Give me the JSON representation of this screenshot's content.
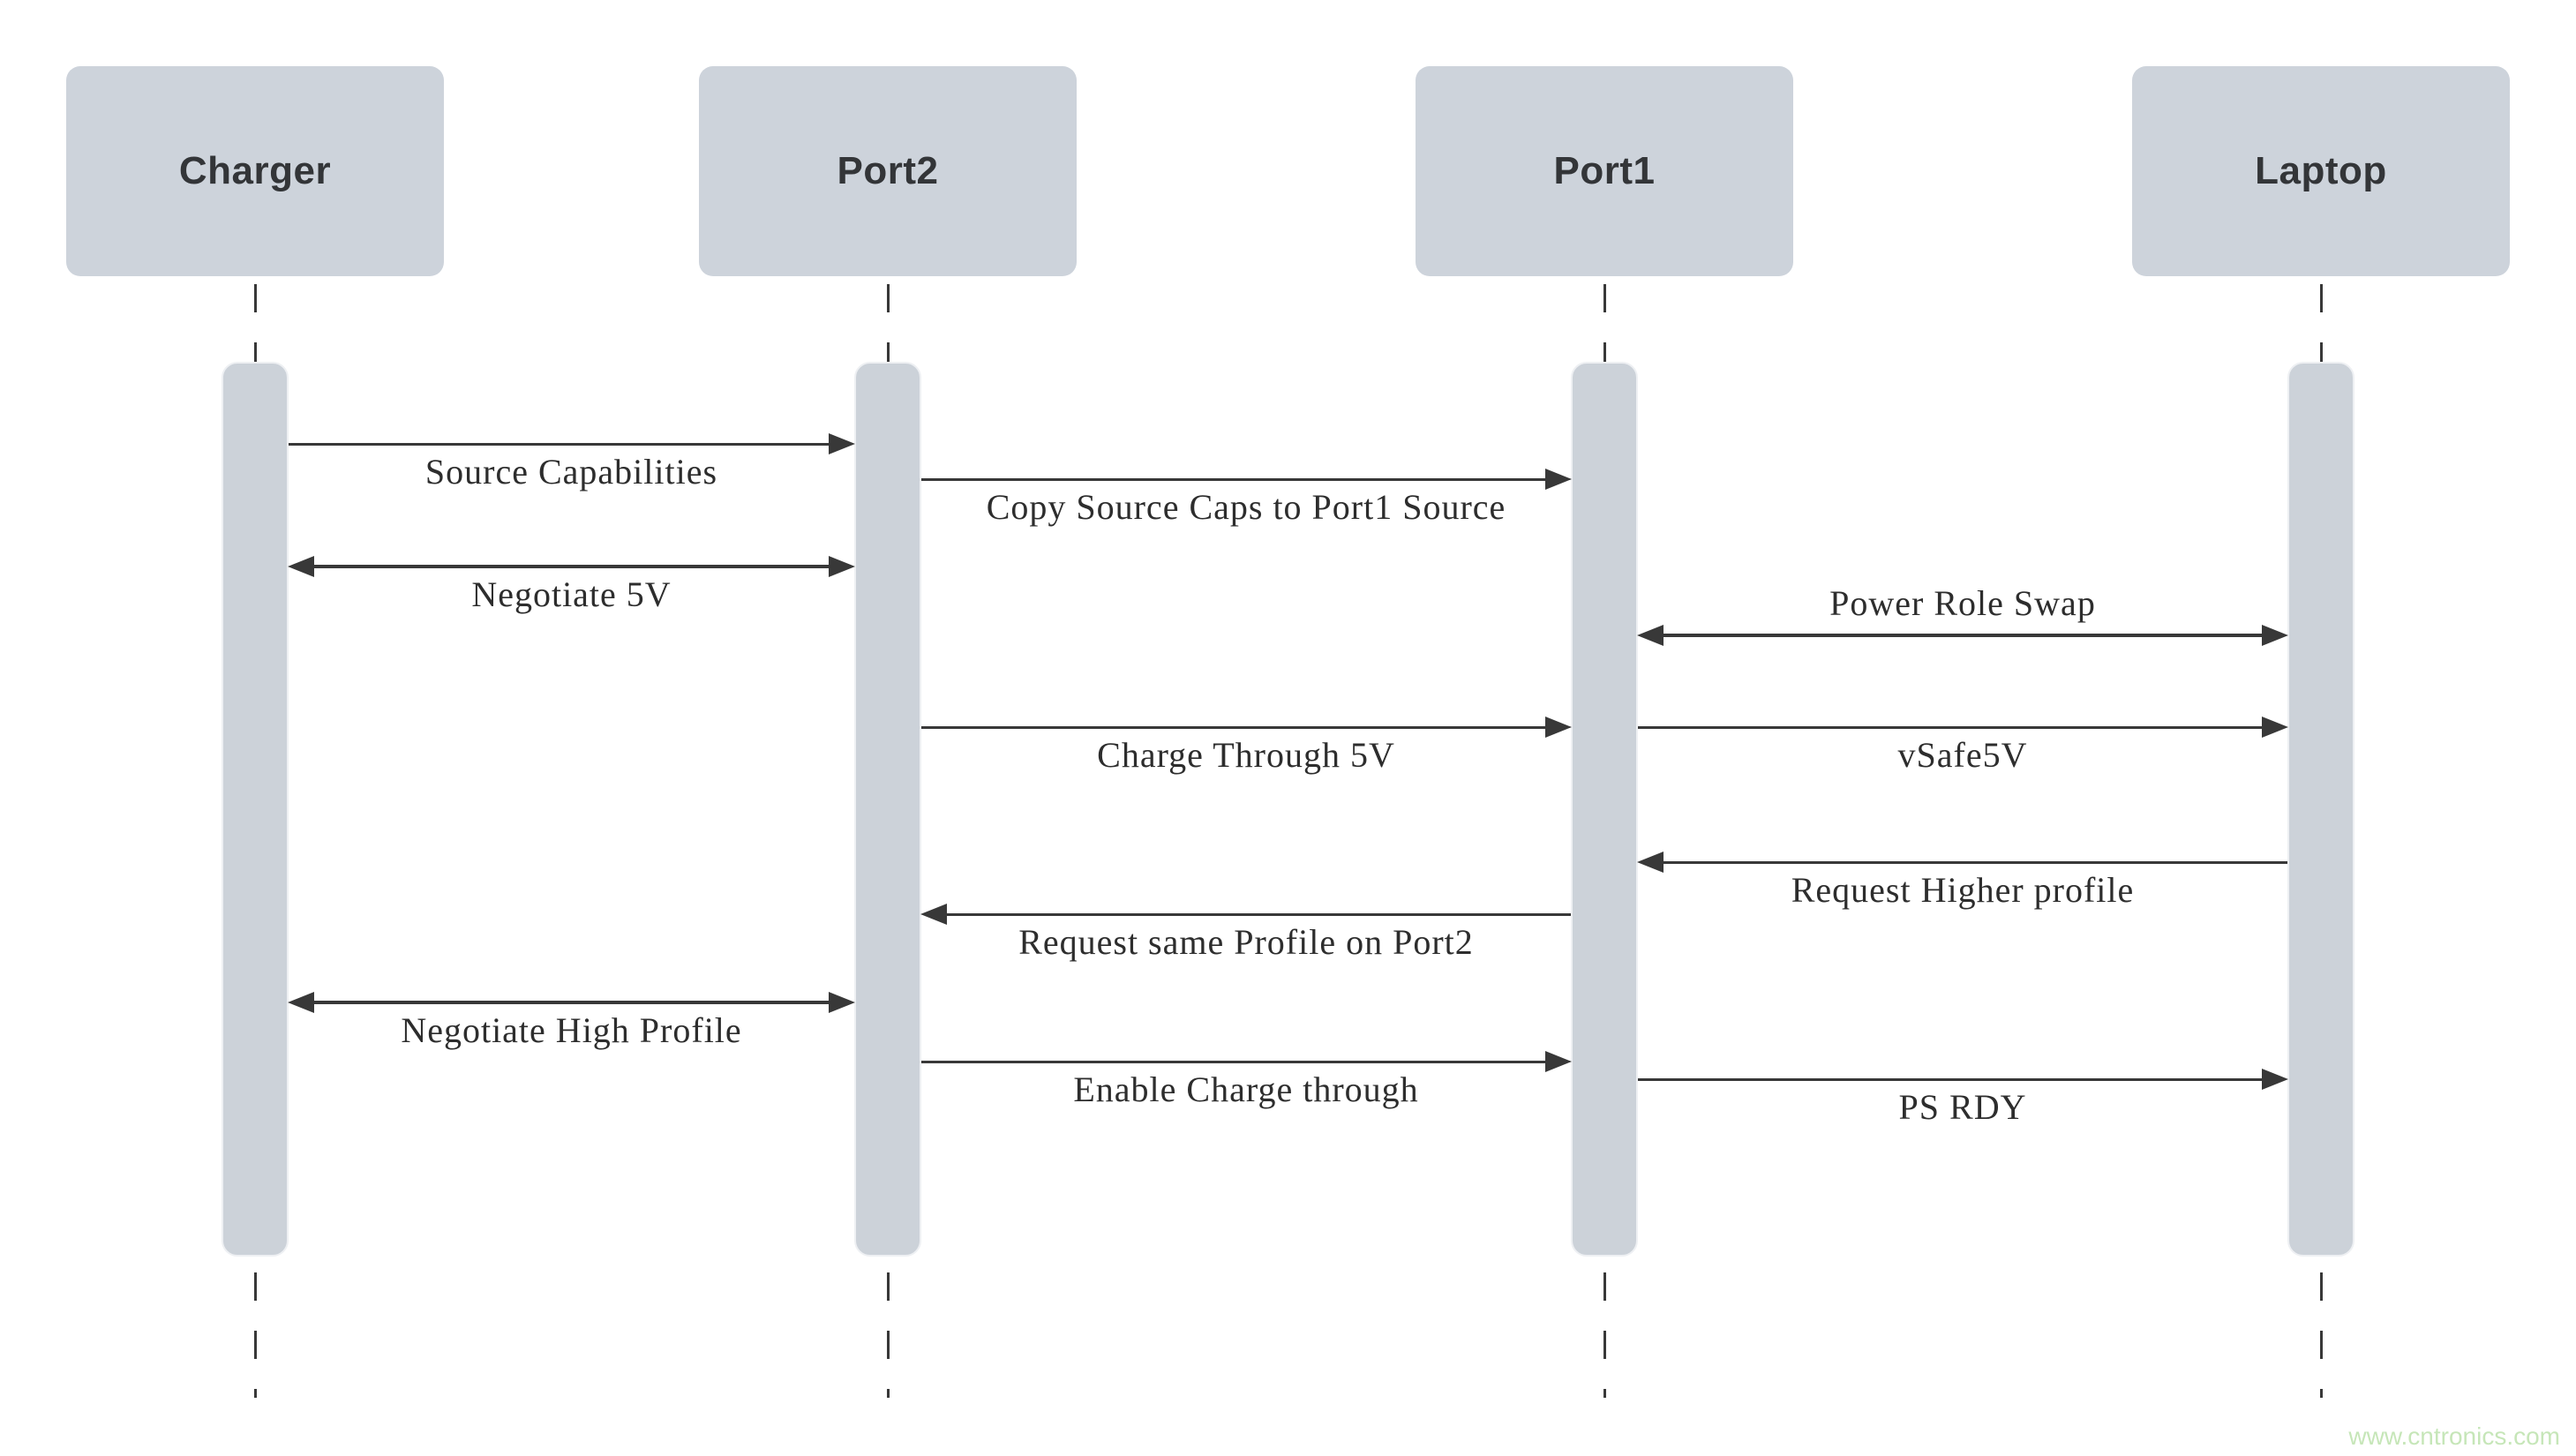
{
  "diagram": {
    "type": "sequence-diagram",
    "actors": [
      {
        "name": "Charger"
      },
      {
        "name": "Port2"
      },
      {
        "name": "Port1"
      },
      {
        "name": "Laptop"
      }
    ],
    "messages": [
      {
        "label": "Source Capabilities",
        "from": "Charger",
        "to": "Port2",
        "arrow": "right",
        "label_position": "below"
      },
      {
        "label": "Copy Source Caps to Port1 Source",
        "from": "Port2",
        "to": "Port1",
        "arrow": "right",
        "label_position": "below"
      },
      {
        "label": "Negotiate 5V",
        "from": "Charger",
        "to": "Port2",
        "arrow": "both",
        "label_position": "below"
      },
      {
        "label": "Power Role Swap",
        "from": "Port1",
        "to": "Laptop",
        "arrow": "both",
        "label_position": "above"
      },
      {
        "label": "Charge Through 5V",
        "from": "Port2",
        "to": "Port1",
        "arrow": "right",
        "label_position": "below"
      },
      {
        "label": "vSafe5V",
        "from": "Port1",
        "to": "Laptop",
        "arrow": "right",
        "label_position": "below"
      },
      {
        "label": "Request Higher profile",
        "from": "Laptop",
        "to": "Port1",
        "arrow": "left",
        "label_position": "below"
      },
      {
        "label": "Request same Profile on Port2",
        "from": "Port1",
        "to": "Port2",
        "arrow": "left",
        "label_position": "below"
      },
      {
        "label": "Negotiate High Profile",
        "from": "Charger",
        "to": "Port2",
        "arrow": "both",
        "label_position": "below"
      },
      {
        "label": "Enable Charge through",
        "from": "Port2",
        "to": "Port1",
        "arrow": "right",
        "label_position": "below"
      },
      {
        "label": "PS RDY",
        "from": "Port1",
        "to": "Laptop",
        "arrow": "right",
        "label_position": "below"
      }
    ],
    "watermark": "www.cntronics.com",
    "colors": {
      "actor_fill": "#cdd3db",
      "bar_fill": "#ccd2d9",
      "line": "#383838",
      "text": "#2d2d2d",
      "watermark": "#c6e6b8"
    }
  }
}
